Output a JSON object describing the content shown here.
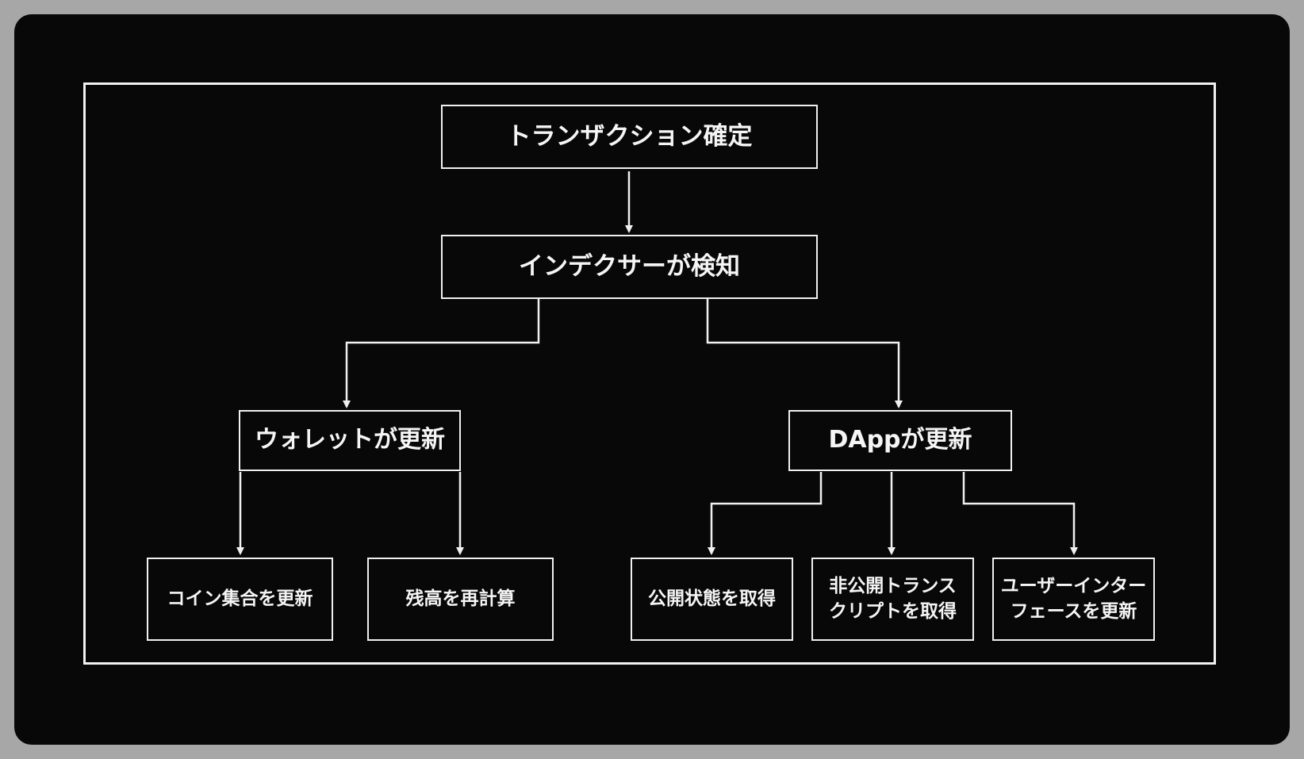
{
  "diagram": {
    "nodes": {
      "root": "トランザクション確定",
      "indexer": "インデクサーが検知",
      "wallet": "ウォレットが更新",
      "dapp": "DAppが更新",
      "coin_set": "コイン集合を更新",
      "balance": "残高を再計算",
      "public_state": "公開状態を取得",
      "private_transcript": "非公開トランス\nクリプトを取得",
      "ui_update": "ユーザーインター\nフェースを更新"
    },
    "edges": [
      {
        "from": "root",
        "to": "indexer"
      },
      {
        "from": "indexer",
        "to": "wallet"
      },
      {
        "from": "indexer",
        "to": "dapp"
      },
      {
        "from": "wallet",
        "to": "coin_set"
      },
      {
        "from": "wallet",
        "to": "balance"
      },
      {
        "from": "dapp",
        "to": "public_state"
      },
      {
        "from": "dapp",
        "to": "private_transcript"
      },
      {
        "from": "dapp",
        "to": "ui_update"
      }
    ],
    "colors": {
      "background": "#080808",
      "outer": "#a7a7a7",
      "stroke": "#f0f0f0",
      "text": "#f5f5f5"
    }
  }
}
